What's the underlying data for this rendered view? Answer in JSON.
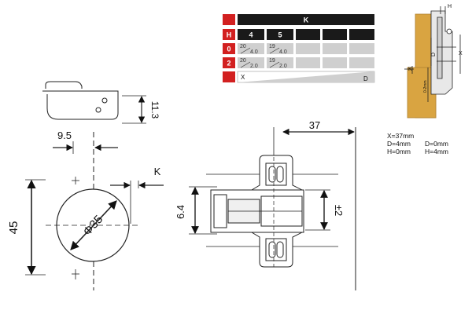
{
  "table": {
    "header_k": "K",
    "row_labels": [
      "H",
      "0",
      "2",
      ""
    ],
    "h_values": [
      "4",
      "5"
    ],
    "row0_cells": [
      {
        "top": "20",
        "bottom": "4.0"
      },
      {
        "top": "19",
        "bottom": "4.0"
      }
    ],
    "row2_cells": [
      {
        "top": "20",
        "bottom": "2.0"
      },
      {
        "top": "19",
        "bottom": "2.0"
      }
    ],
    "footer_left": "X",
    "footer_right": "D"
  },
  "dimensions": {
    "cup_height": "11.3",
    "offset": "9.5",
    "k_label": "K",
    "diameter": "Φ35",
    "height_45": "45",
    "width_37": "37",
    "height_6_4": "6.4",
    "adjust": "±2"
  },
  "detail": {
    "h_label": "H",
    "d_label": "D",
    "x_label": "X",
    "k_label": "K",
    "small_label": "0-2mm"
  },
  "specs": {
    "line1": "X=37mm",
    "line2_a": "D=4mm",
    "line2_b": "D=0mm",
    "line3_a": "H=0mm",
    "line3_b": "H=4mm"
  },
  "colors": {
    "accent_red": "#d22020",
    "table_black": "#1a1a1a",
    "table_gray": "#cfcfcf",
    "wood": "#d9a441"
  }
}
